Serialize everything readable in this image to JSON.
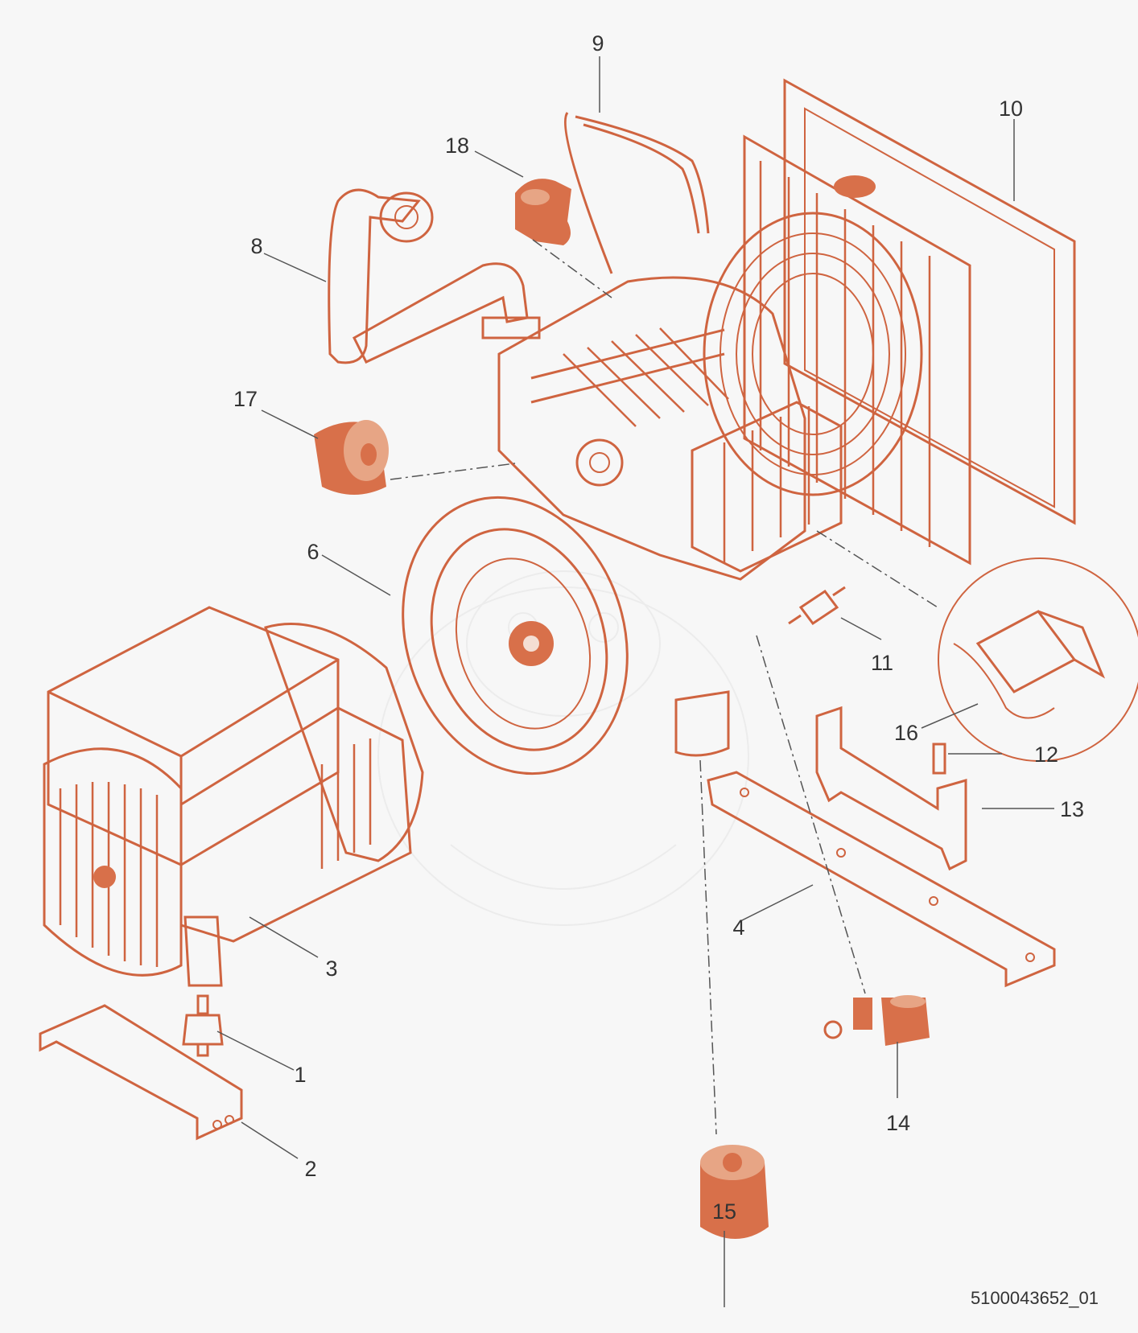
{
  "diagram": {
    "colors": {
      "parts": "#d8704a",
      "parts_light": "#f4ded3",
      "labels": "#333333",
      "background": "#f7f7f7"
    },
    "callouts": [
      "1",
      "2",
      "3",
      "4",
      "6",
      "8",
      "9",
      "10",
      "11",
      "12",
      "13",
      "14",
      "15",
      "16",
      "17",
      "18"
    ],
    "drawing_code": "5100043652_01"
  }
}
